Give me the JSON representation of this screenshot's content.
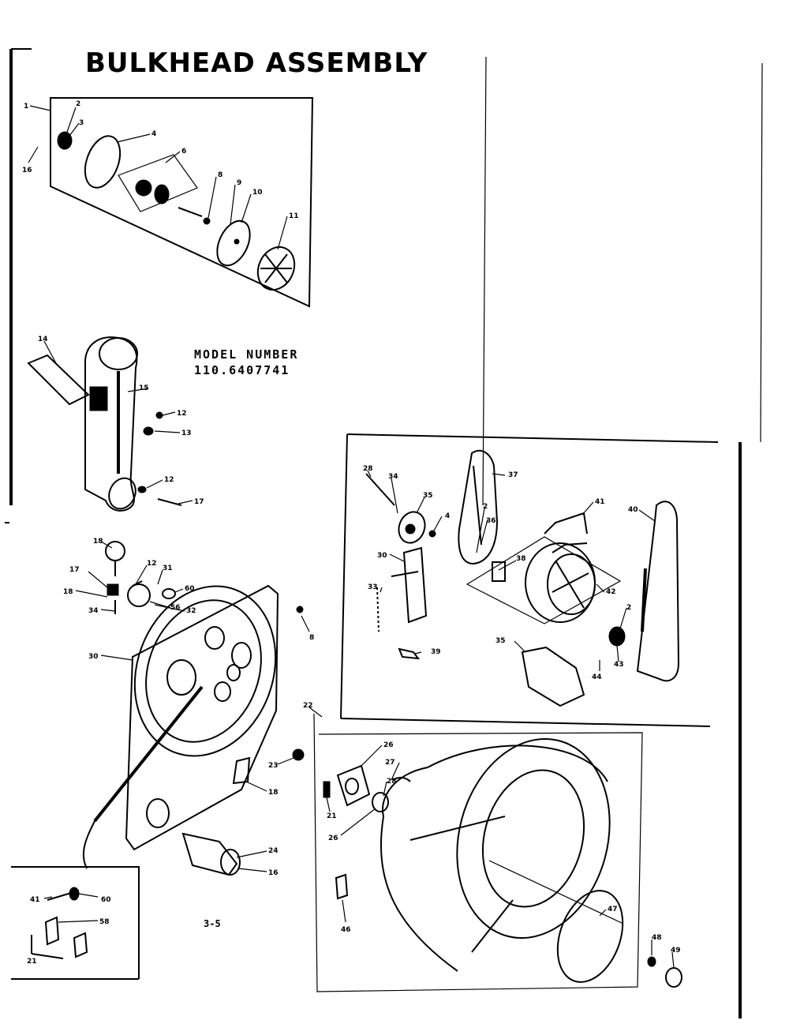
{
  "title": "BULKHEAD ASSEMBLY",
  "model": {
    "label": "MODEL NUMBER",
    "number": "110.6407741"
  },
  "page_ref": "3-5",
  "callouts": [
    {
      "id": "c1",
      "text": "1"
    },
    {
      "id": "c2",
      "text": "2"
    },
    {
      "id": "c3",
      "text": "3"
    },
    {
      "id": "c4",
      "text": "4"
    },
    {
      "id": "c5",
      "text": "6"
    },
    {
      "id": "c6",
      "text": "8"
    },
    {
      "id": "c7",
      "text": "9"
    },
    {
      "id": "c8",
      "text": "10"
    },
    {
      "id": "c9",
      "text": "11"
    },
    {
      "id": "c10",
      "text": "16"
    },
    {
      "id": "c11",
      "text": "14"
    },
    {
      "id": "c12",
      "text": "15"
    },
    {
      "id": "c13",
      "text": "12"
    },
    {
      "id": "c14",
      "text": "13"
    },
    {
      "id": "c15",
      "text": "12"
    },
    {
      "id": "c16",
      "text": "17"
    },
    {
      "id": "c17",
      "text": "18"
    },
    {
      "id": "c18",
      "text": "17"
    },
    {
      "id": "c19",
      "text": "12"
    },
    {
      "id": "c20",
      "text": "31"
    },
    {
      "id": "c21",
      "text": "60"
    },
    {
      "id": "c22",
      "text": "18"
    },
    {
      "id": "c23",
      "text": "56"
    },
    {
      "id": "c24",
      "text": "32"
    },
    {
      "id": "c25",
      "text": "34"
    },
    {
      "id": "c26",
      "text": "30"
    },
    {
      "id": "c27",
      "text": "8"
    },
    {
      "id": "c28",
      "text": "23"
    },
    {
      "id": "c29",
      "text": "18"
    },
    {
      "id": "c30",
      "text": "24"
    },
    {
      "id": "c31",
      "text": "16"
    },
    {
      "id": "c32",
      "text": "41"
    },
    {
      "id": "c33",
      "text": "60"
    },
    {
      "id": "c34",
      "text": "58"
    },
    {
      "id": "c35",
      "text": "21"
    },
    {
      "id": "c36",
      "text": "22"
    },
    {
      "id": "c37",
      "text": "26"
    },
    {
      "id": "c38",
      "text": "27"
    },
    {
      "id": "c39",
      "text": "28"
    },
    {
      "id": "c40",
      "text": "21"
    },
    {
      "id": "c41",
      "text": "26"
    },
    {
      "id": "c42",
      "text": "46"
    },
    {
      "id": "c43",
      "text": "47"
    },
    {
      "id": "c44",
      "text": "48"
    },
    {
      "id": "c45",
      "text": "49"
    },
    {
      "id": "c46",
      "text": "28"
    },
    {
      "id": "c47",
      "text": "34"
    },
    {
      "id": "c48",
      "text": "35"
    },
    {
      "id": "c49",
      "text": "4"
    },
    {
      "id": "c50",
      "text": "37"
    },
    {
      "id": "c51",
      "text": "2"
    },
    {
      "id": "c52",
      "text": "36"
    },
    {
      "id": "c53",
      "text": "41"
    },
    {
      "id": "c54",
      "text": "40"
    },
    {
      "id": "c55",
      "text": "30"
    },
    {
      "id": "c56",
      "text": "33"
    },
    {
      "id": "c57",
      "text": "38"
    },
    {
      "id": "c58",
      "text": "39"
    },
    {
      "id": "c59",
      "text": "42"
    },
    {
      "id": "c60",
      "text": "2"
    },
    {
      "id": "c61",
      "text": "43"
    },
    {
      "id": "c62",
      "text": "35"
    },
    {
      "id": "c63",
      "text": "44"
    }
  ]
}
